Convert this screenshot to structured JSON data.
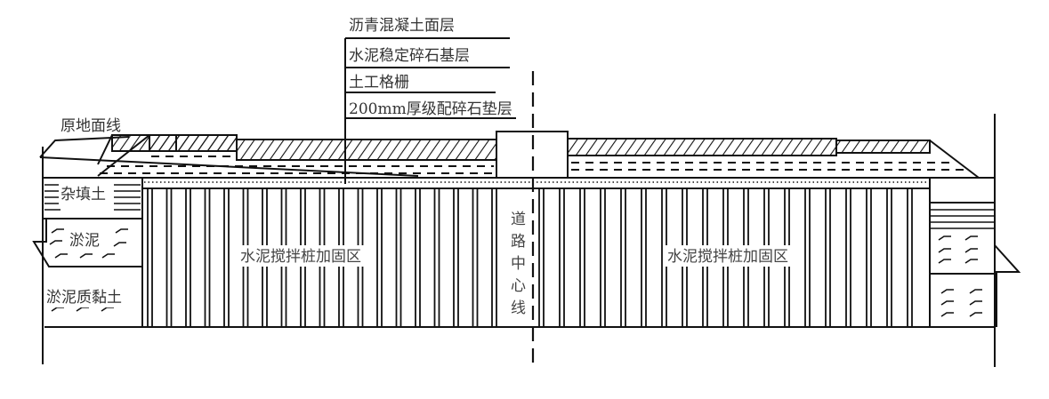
{
  "layers": {
    "asphalt": "沥青混凝土面层",
    "cement_base": "水泥稳定碎石基层",
    "geogrid": "土工格栅",
    "cushion": "200mm厚级配碎石垫层"
  },
  "ground_line": "原地面线",
  "soils": {
    "fill": "杂填土",
    "silt": "淤泥",
    "silty_clay": "淤泥质黏土"
  },
  "zones": {
    "left": "水泥搅拌桩加固区",
    "right": "水泥搅拌桩加固区"
  },
  "centerline": [
    "道",
    "路",
    "中",
    "心",
    "线"
  ],
  "colors": {
    "line": "#111111",
    "text": "#333333"
  }
}
